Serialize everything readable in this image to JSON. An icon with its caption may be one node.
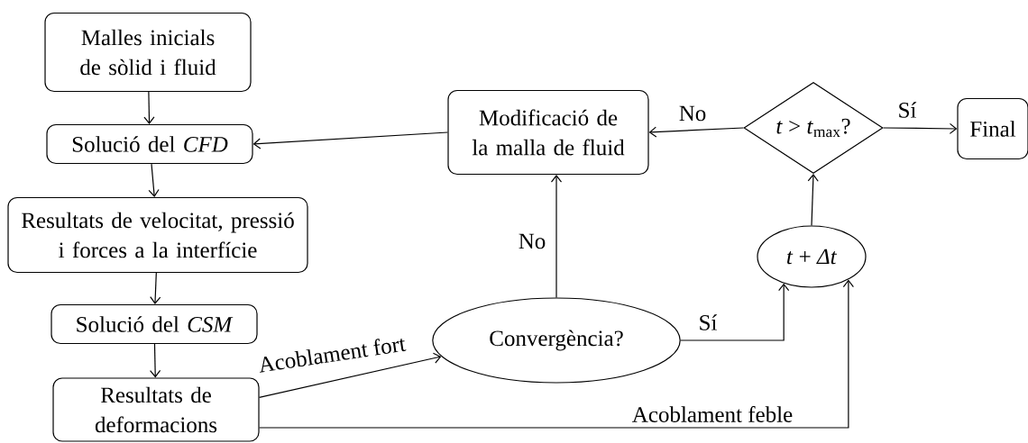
{
  "diagram": {
    "nodes": [
      {
        "text": [
          "Malles inicials de sòlid i fluid"
        ]
      },
      {
        "text": [
          "Solució del *CFD*"
        ]
      },
      {
        "text": [
          "Resultats de velocitat, pressió i forces a la interfície"
        ]
      },
      {
        "text": [
          "Solució del *CSM*"
        ]
      },
      {
        "text": [
          "Resultats de deformacions"
        ]
      },
      {
        "text": [
          "Modificació de la malla de fluid"
        ]
      },
      {
        "text": [
          "*t* > *t*$_{max}$?"
        ]
      },
      {
        "text": [
          "*t* + *Δt*"
        ]
      },
      {
        "text": [
          "Convergència?"
        ]
      },
      {
        "text": [
          "Final"
        ]
      }
    ],
    "edges": [
      {
        "from": 0,
        "to": 1,
        "arrow": "to"
      },
      {
        "from": 1,
        "to": 2,
        "arrow": "to"
      },
      {
        "from": 2,
        "to": 3,
        "arrow": "to"
      },
      {
        "from": 3,
        "to": 4,
        "arrow": "to"
      },
      {
        "from": 5,
        "to": 1,
        "arrow": "to"
      },
      {
        "from": 6,
        "to": 5,
        "arrow": "to",
        "label": "No"
      },
      {
        "from": 6,
        "to": 9,
        "arrow": "to",
        "label": "Sí"
      },
      {
        "from": 7,
        "to": 6,
        "arrow": "to"
      },
      {
        "from": 8,
        "to": 5,
        "arrow": "to",
        "label": "No"
      },
      {
        "from": 8,
        "to": 7,
        "arrow": "to",
        "label": "Sí"
      },
      {
        "from": 4,
        "to": 8,
        "arrow": "to",
        "label": "Acoblament fort"
      },
      {
        "from": 4,
        "to": 7,
        "arrow": "to",
        "label": "Acoblament feble"
      }
    ]
  }
}
